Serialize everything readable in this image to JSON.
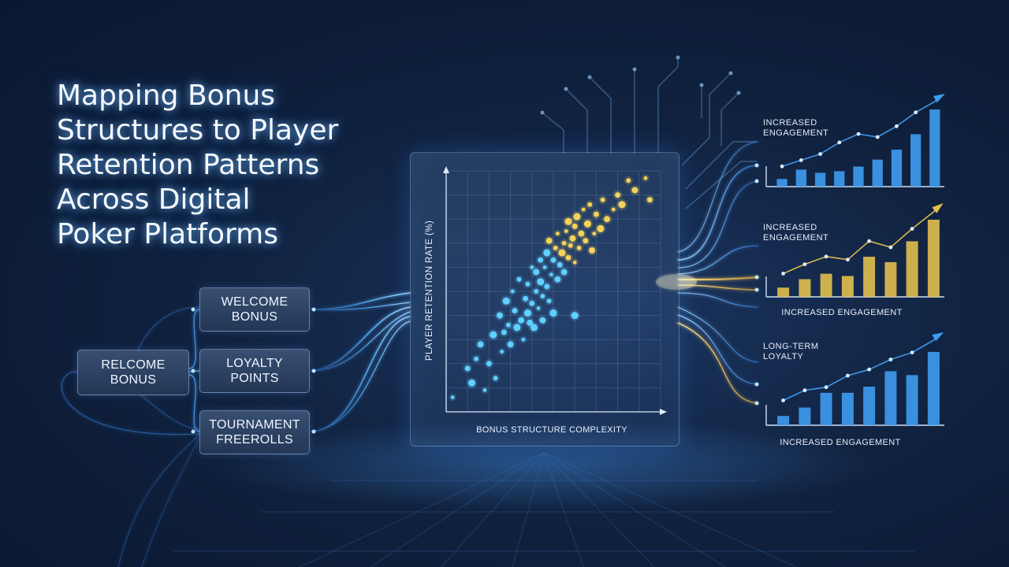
{
  "title_lines": [
    "Mapping Bonus",
    "Structures to Player",
    "Retention Patterns",
    "Across Digital",
    "Poker Platforms"
  ],
  "bonuses": {
    "welcome": [
      "WELCOME",
      "BONUS"
    ],
    "relcome": [
      "RELCOME",
      "BONUS"
    ],
    "loyalty": [
      "LOYALTY",
      "POINTS"
    ],
    "tournament": [
      "TOURNAMENT",
      "FREEROLLS"
    ]
  },
  "chart_data": [
    {
      "type": "scatter",
      "xlabel": "BONUS STRUCTURE COMPLEXITY",
      "ylabel": "PLAYER RETENTION RATE (%)",
      "xlim": [
        0,
        100
      ],
      "ylim": [
        0,
        100
      ],
      "grid": true,
      "colors": {
        "low": "#5fd0ff",
        "high": "#f2d35a"
      },
      "points": [
        {
          "x": 3,
          "y": 6
        },
        {
          "x": 10,
          "y": 18
        },
        {
          "x": 12,
          "y": 12
        },
        {
          "x": 14,
          "y": 22
        },
        {
          "x": 16,
          "y": 28
        },
        {
          "x": 18,
          "y": 9
        },
        {
          "x": 20,
          "y": 20
        },
        {
          "x": 22,
          "y": 32
        },
        {
          "x": 23,
          "y": 14
        },
        {
          "x": 25,
          "y": 40
        },
        {
          "x": 26,
          "y": 25
        },
        {
          "x": 27,
          "y": 33
        },
        {
          "x": 28,
          "y": 46
        },
        {
          "x": 29,
          "y": 36
        },
        {
          "x": 30,
          "y": 28
        },
        {
          "x": 31,
          "y": 50
        },
        {
          "x": 32,
          "y": 42
        },
        {
          "x": 33,
          "y": 35
        },
        {
          "x": 34,
          "y": 55
        },
        {
          "x": 35,
          "y": 38
        },
        {
          "x": 36,
          "y": 30
        },
        {
          "x": 37,
          "y": 47
        },
        {
          "x": 38,
          "y": 41
        },
        {
          "x": 38,
          "y": 53
        },
        {
          "x": 39,
          "y": 37
        },
        {
          "x": 40,
          "y": 60
        },
        {
          "x": 40,
          "y": 45
        },
        {
          "x": 41,
          "y": 35
        },
        {
          "x": 42,
          "y": 50
        },
        {
          "x": 42,
          "y": 58
        },
        {
          "x": 43,
          "y": 43
        },
        {
          "x": 44,
          "y": 63
        },
        {
          "x": 44,
          "y": 54
        },
        {
          "x": 45,
          "y": 48
        },
        {
          "x": 45,
          "y": 38
        },
        {
          "x": 46,
          "y": 60
        },
        {
          "x": 47,
          "y": 52
        },
        {
          "x": 47,
          "y": 66
        },
        {
          "x": 48,
          "y": 46
        },
        {
          "x": 48,
          "y": 71
        },
        {
          "x": 49,
          "y": 57
        },
        {
          "x": 50,
          "y": 63
        },
        {
          "x": 50,
          "y": 41
        },
        {
          "x": 51,
          "y": 68
        },
        {
          "x": 52,
          "y": 55
        },
        {
          "x": 52,
          "y": 74
        },
        {
          "x": 53,
          "y": 61
        },
        {
          "x": 54,
          "y": 66
        },
        {
          "x": 55,
          "y": 70
        },
        {
          "x": 55,
          "y": 58
        },
        {
          "x": 56,
          "y": 75
        },
        {
          "x": 57,
          "y": 64
        },
        {
          "x": 57,
          "y": 79
        },
        {
          "x": 58,
          "y": 69
        },
        {
          "x": 59,
          "y": 72
        },
        {
          "x": 60,
          "y": 62
        },
        {
          "x": 60,
          "y": 77
        },
        {
          "x": 61,
          "y": 81
        },
        {
          "x": 62,
          "y": 68
        },
        {
          "x": 63,
          "y": 74
        },
        {
          "x": 64,
          "y": 84
        },
        {
          "x": 65,
          "y": 71
        },
        {
          "x": 66,
          "y": 78
        },
        {
          "x": 67,
          "y": 86
        },
        {
          "x": 68,
          "y": 67
        },
        {
          "x": 69,
          "y": 74
        },
        {
          "x": 70,
          "y": 82
        },
        {
          "x": 72,
          "y": 76
        },
        {
          "x": 73,
          "y": 88
        },
        {
          "x": 75,
          "y": 80
        },
        {
          "x": 78,
          "y": 84
        },
        {
          "x": 80,
          "y": 90
        },
        {
          "x": 82,
          "y": 86
        },
        {
          "x": 85,
          "y": 96
        },
        {
          "x": 88,
          "y": 92
        },
        {
          "x": 93,
          "y": 97
        },
        {
          "x": 95,
          "y": 88
        },
        {
          "x": 60,
          "y": 40
        }
      ]
    },
    {
      "type": "bar",
      "title": "INCREASED ENGAGEMENT",
      "values": [
        10,
        22,
        18,
        20,
        26,
        35,
        48,
        68,
        100
      ],
      "trend": [
        14,
        22,
        30,
        45,
        56,
        52,
        66,
        84,
        98
      ],
      "color": "#3f9cf0"
    },
    {
      "type": "bar",
      "title": "INCREASED ENGAGEMENT",
      "caption": "INCREASED ENGAGEMENT",
      "values": [
        12,
        23,
        30,
        27,
        52,
        45,
        72,
        100
      ],
      "trend": [
        18,
        30,
        40,
        36,
        60,
        52,
        76,
        98
      ],
      "color": "#e2c04e"
    },
    {
      "type": "bar",
      "title": "LONG-TERM LOYALTY",
      "caption": "INCREASED ENGAGEMENT",
      "values": [
        12,
        23,
        42,
        42,
        50,
        70,
        65,
        95
      ],
      "trend": [
        20,
        33,
        37,
        52,
        60,
        73,
        82,
        98
      ],
      "color": "#3f9cf0"
    }
  ]
}
